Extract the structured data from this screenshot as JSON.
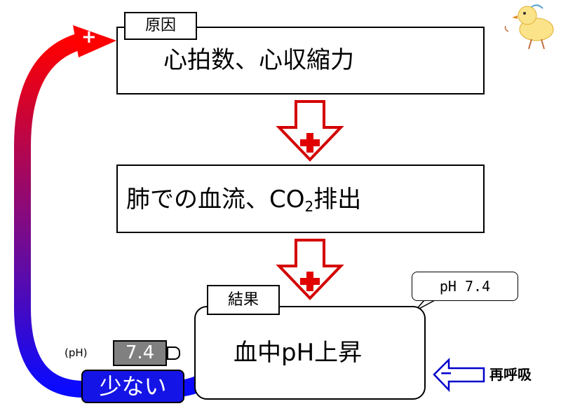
{
  "cause": {
    "tag": "原因",
    "text": "心拍数、心収縮力"
  },
  "lung": {
    "text_before": "肺での血流、CO",
    "subscript": "2",
    "text_after": "排出"
  },
  "result": {
    "tag": "結果",
    "text": "血中pH上昇"
  },
  "callout": {
    "text": "pH 7.4"
  },
  "meter": {
    "unit_label": "(pH)",
    "value": "7.4"
  },
  "feedback": {
    "label": "少ない",
    "plus_sign": "+"
  },
  "respiration": {
    "label": "再呼吸",
    "sign": "−"
  },
  "colors": {
    "red": "#e00000",
    "blue": "#1414e6",
    "arrow_outline": "#d40000"
  }
}
